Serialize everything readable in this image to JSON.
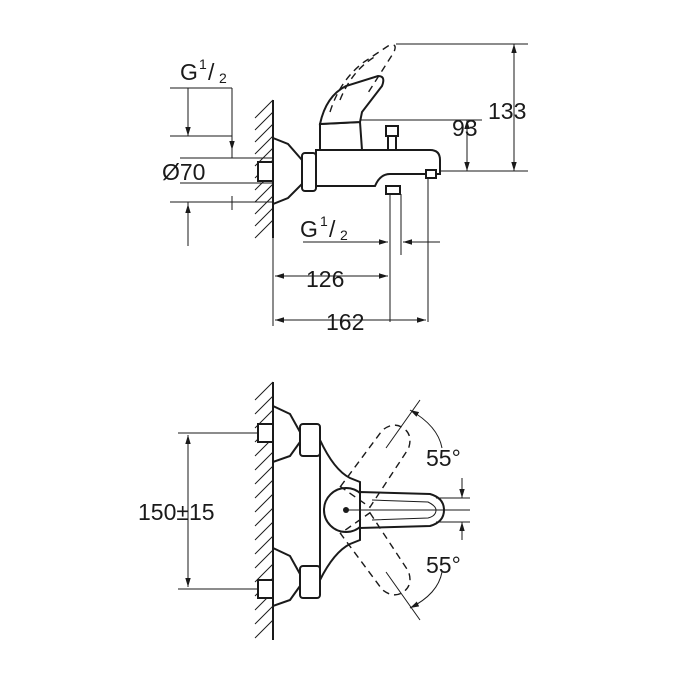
{
  "labels": {
    "thread_top": "G",
    "thread_top_num": "1",
    "thread_top_den": "2",
    "diameter": "Ø70",
    "thread_spout": "G",
    "thread_spout_num": "1",
    "thread_spout_den": "2",
    "dim_126": "126",
    "dim_162": "162",
    "dim_93": "93",
    "dim_133": "133",
    "dim_150": "150±15",
    "angle_top": "55°",
    "angle_bottom": "55°"
  }
}
